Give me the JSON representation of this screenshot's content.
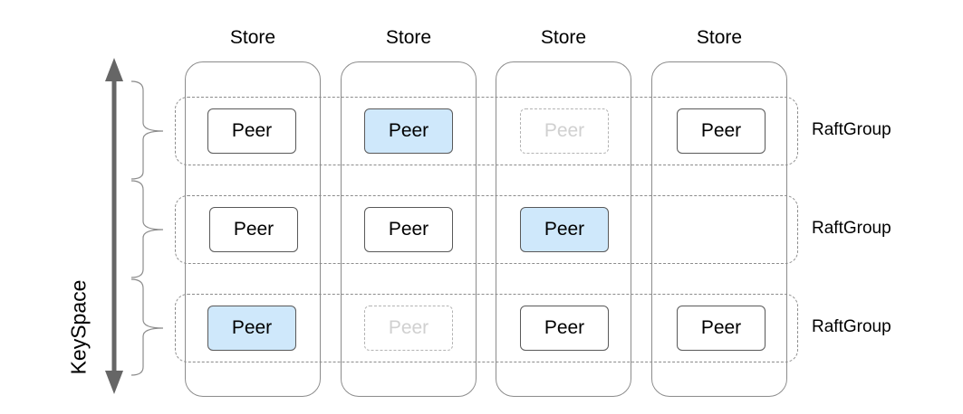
{
  "stores": [
    {
      "title": "Store"
    },
    {
      "title": "Store"
    },
    {
      "title": "Store"
    },
    {
      "title": "Store"
    }
  ],
  "raft_groups": [
    {
      "label": "RaftGroup"
    },
    {
      "label": "RaftGroup"
    },
    {
      "label": "RaftGroup"
    }
  ],
  "peers": [
    {
      "label": "Peer",
      "state": "normal"
    },
    {
      "label": "Peer",
      "state": "leader"
    },
    {
      "label": "Peer",
      "state": "ghost"
    },
    {
      "label": "Peer",
      "state": "normal"
    },
    {
      "label": "Peer",
      "state": "normal"
    },
    {
      "label": "Peer",
      "state": "normal"
    },
    {
      "label": "Peer",
      "state": "leader"
    },
    {
      "label": "Peer",
      "state": "leader"
    },
    {
      "label": "Peer",
      "state": "ghost"
    },
    {
      "label": "Peer",
      "state": "normal"
    },
    {
      "label": "Peer",
      "state": "normal"
    }
  ],
  "axis": {
    "label": "KeySpace"
  },
  "colors": {
    "leader_fill": "#cfe8fb",
    "border": "#595959",
    "ghost_text": "#d0d0d0",
    "axis_arrow": "#666666"
  }
}
